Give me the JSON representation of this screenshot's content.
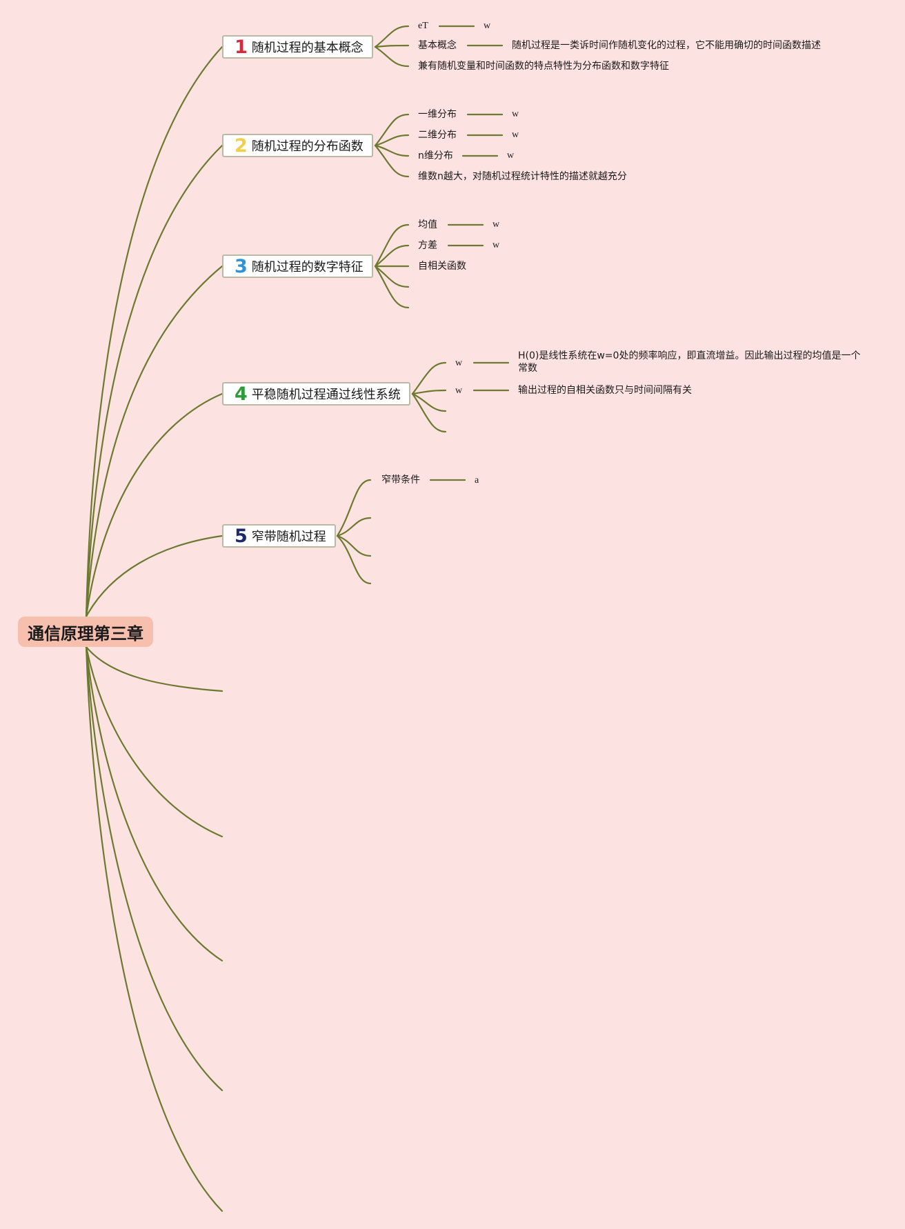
{
  "root": {
    "label": "通信原理第三章"
  },
  "topics": [
    {
      "num": "1",
      "label": "随机过程的基本概念",
      "color": "#d42a3c"
    },
    {
      "num": "2",
      "label": "随机过程的分布函数",
      "color": "#f0cf4a"
    },
    {
      "num": "3",
      "label": "随机过程的数字特征",
      "color": "#2d93d6"
    },
    {
      "num": "4",
      "label": "平稳随机过程通过线性系统",
      "color": "#2e9a3a"
    },
    {
      "num": "5",
      "label": "窄带随机过程",
      "color": "#1b2a6b"
    }
  ],
  "t1": {
    "items": [
      {
        "label": "eT",
        "value": "w"
      },
      {
        "label": "基本概念",
        "value": "随机过程是一类诉时间作随机变化的过程，它不能用确切的时间函数描述"
      },
      {
        "label": "兼有随机变量和时间函数的特点特性为分布函数和数字特征"
      }
    ]
  },
  "t2": {
    "items": [
      {
        "label": "一维分布",
        "value": "w"
      },
      {
        "label": "二维分布",
        "value": "w"
      },
      {
        "label": "n维分布",
        "value": "w"
      },
      {
        "label": "维数n越大，对随机过程统计特性的描述就越充分"
      }
    ]
  },
  "t3": {
    "items": [
      {
        "label": "均值",
        "value": "w"
      },
      {
        "label": "方差",
        "value": "w"
      },
      {
        "label": "自相关函数"
      }
    ]
  },
  "t4": {
    "items": [
      {
        "label": "w",
        "value": "H(0)是线性系统在w=0处的频率响应，即直流增益。因此输出过程的均值是一个常数"
      },
      {
        "label": "w",
        "value": "输出过程的自相关函数只与时间间隔有关"
      }
    ]
  },
  "t5": {
    "items": [
      {
        "label": "窄带条件",
        "value": "a"
      }
    ]
  },
  "colors": {
    "line": "#6b7a2e",
    "background": "#fde2e2",
    "root_fill": "#f7bfae"
  }
}
